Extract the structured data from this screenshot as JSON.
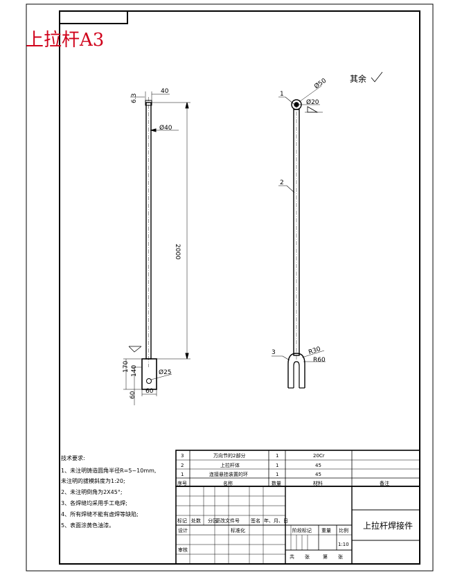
{
  "sheet_title": "上拉杆A3",
  "colors": {
    "title": "#d0021b",
    "line": "#000000"
  },
  "left_view": {
    "dim_top_63": "6.3",
    "dim_top_40": "40",
    "dim_dia40": "Ø40",
    "dim_length": "2000",
    "dim_170": "170",
    "dim_140": "140",
    "dim_60_left": "60",
    "dim_60_bottom": "60",
    "dim_dia25": "Ø25"
  },
  "right_view": {
    "rest_note": "其余",
    "dim_dia50": "Ø50",
    "dim_dia20": "Ø20",
    "dim_r30": "R30",
    "dim_r60": "R60",
    "leader_1": "1",
    "leader_2": "2",
    "leader_3": "3"
  },
  "requirements": {
    "heading": "技术要求:",
    "lines": [
      "1、未注明铸造圆角半径R=5~10mm,",
      "    未注明的拔模斜度为1:20;",
      "2、未注明倒角为2X45°;",
      "3、各焊缝均采用手工电焊;",
      "4、所有焊缝不能有虚焊等缺陷;",
      "5、表面涂黄色油漆。"
    ]
  },
  "parts_list": {
    "rows": [
      {
        "no": "3",
        "name": "万向节的2部分",
        "qty": "1",
        "material": "20Cr",
        "note": ""
      },
      {
        "no": "2",
        "name": "上拉杆体",
        "qty": "1",
        "material": "45",
        "note": ""
      },
      {
        "no": "1",
        "name": "连接悬挂装置的环",
        "qty": "1",
        "material": "45",
        "note": ""
      }
    ],
    "header": {
      "no": "序号",
      "name": "名称",
      "qty": "数量",
      "material": "材料",
      "note": "备注"
    }
  },
  "title_block": {
    "drawing_name": "上拉杆焊接件",
    "rev_headers": [
      "标记",
      "处数",
      "分区",
      "更改文件号",
      "签名",
      "年、月、日"
    ],
    "design": "设计",
    "standardize": "标准化",
    "review": "审核",
    "stage_mark": "阶段标记",
    "weight": "重量",
    "scale_label": "比例",
    "scale_value": "1:10",
    "sheets_total": "共",
    "sheets_unit": "张",
    "sheet_no": "第",
    "sheet_unit2": "张"
  }
}
